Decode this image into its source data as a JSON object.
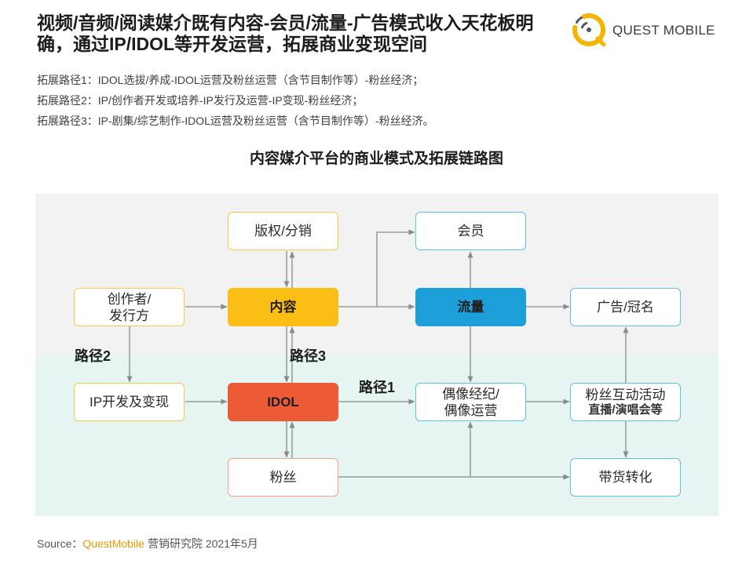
{
  "header": {
    "title_lines": [
      "视频/音频/阅读媒介既有内容-会员/流量-广告模式收入天花板明",
      "确，通过IP/IDOL等开发运营，拓展商业变现空间"
    ],
    "logo": {
      "text": "QUEST MOBILE",
      "icon": "questmobile-logo-icon"
    }
  },
  "expansion_paths": [
    "拓展路径1：IDOL选拔/养成-IDOL运营及粉丝运营（含节目制作等）-粉丝经济；",
    "拓展路径2：IP/创作者开发或培养-IP发行及运营-IP变现-粉丝经济；",
    "拓展路径3：IP-剧集/综艺制作-IDOL运营及粉丝运营（含节目制作等）-粉丝经济。"
  ],
  "diagram": {
    "title": "内容媒介平台的商业模式及拓展链路图",
    "nodes": {
      "copyright": "版权/分销",
      "member": "会员",
      "creator_line1": "创作者/",
      "creator_line2": "发行方",
      "content": "内容",
      "traffic": "流量",
      "ad": "广告/冠名",
      "ip_dev": "IP开发及变现",
      "idol": "IDOL",
      "agency_line1": "偶像经纪/",
      "agency_line2": "偶像运营",
      "fan_activity": "粉丝互动活动",
      "fan_activity_sub": "直播/演唱会等",
      "fans": "粉丝",
      "sales": "带货转化"
    },
    "path_labels": {
      "path1": "路径1",
      "path2": "路径2",
      "path3": "路径3"
    },
    "colors": {
      "content_fill": "#fbbe14",
      "traffic_fill": "#1da0d9",
      "idol_fill": "#ec5b36",
      "border_yellow": "#f7c948",
      "border_blue": "#5fc1ea",
      "border_coral": "#f4a385",
      "upper_band": "#f2f2f2",
      "lower_band": "#e6f4f2",
      "arrow": "#8a8a8a",
      "logo_yellow": "#f5b400"
    }
  },
  "footer": {
    "prefix": "Source：",
    "brand": "QuestMobile",
    "suffix": "营销研究院 2021年5月",
    "brand_color": "#f39800"
  }
}
